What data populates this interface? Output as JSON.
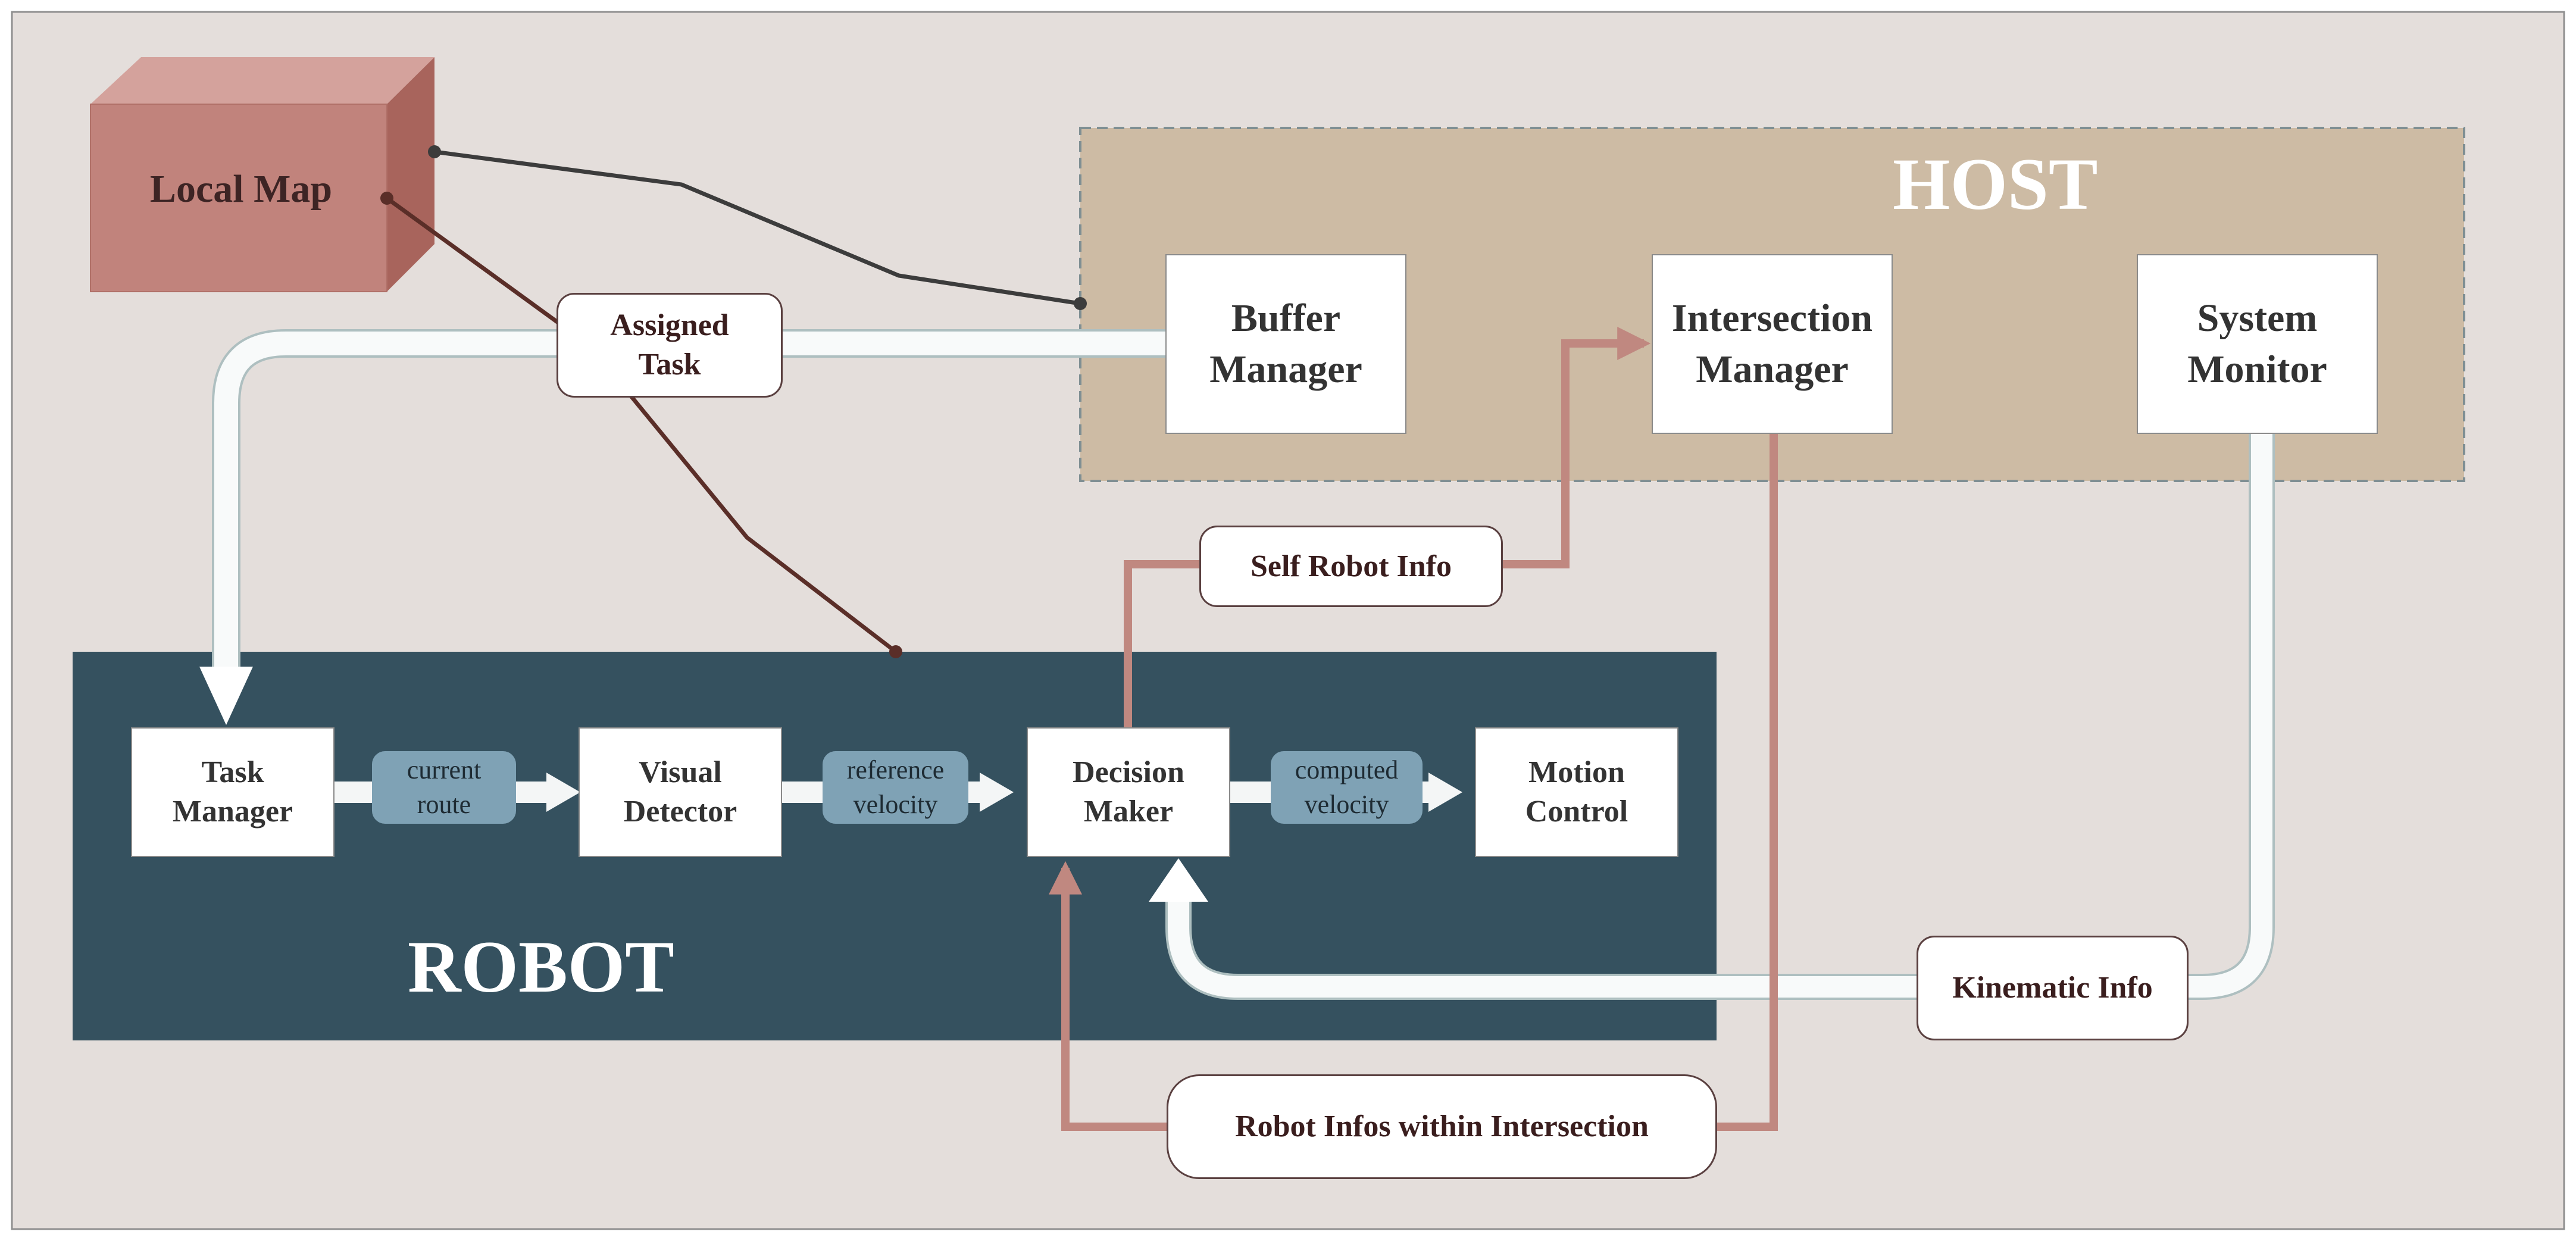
{
  "local_map": {
    "label": "Local Map"
  },
  "host": {
    "title": "HOST",
    "buffer_manager": [
      "Buffer",
      "Manager"
    ],
    "intersection_manager": [
      "Intersection",
      "Manager"
    ],
    "system_monitor": [
      "System",
      "Monitor"
    ]
  },
  "robot": {
    "title": "ROBOT",
    "task_manager": [
      "Task",
      "Manager"
    ],
    "visual_detector": [
      "Visual",
      "Detector"
    ],
    "decision_maker": [
      "Decision",
      "Maker"
    ],
    "motion_control": [
      "Motion",
      "Control"
    ]
  },
  "signals": {
    "current_route": [
      "current",
      "route"
    ],
    "reference_velocity": [
      "reference",
      "velocity"
    ],
    "computed_velocity": [
      "computed",
      "velocity"
    ]
  },
  "labels": {
    "assigned_task": [
      "Assigned",
      "Task"
    ],
    "self_robot_info": "Self Robot Info",
    "kinematic_info": "Kinematic Info",
    "robot_infos_within_intersection": "Robot Infos within Intersection"
  },
  "colors": {
    "canvas_background": "#e4dedb",
    "host_panel": "#cdbba4",
    "robot_panel": "#35515f",
    "local_map_front": "#c1837c",
    "local_map_side": "#a8645c",
    "local_map_top": "#d4a29c",
    "salmon_flow": "#c08880",
    "white_flow_outline": "#aebfc0",
    "signal_box": "#7fa2b5",
    "dark_link_line": "#3c3c3c",
    "brown_link_line": "#5a2e28"
  }
}
